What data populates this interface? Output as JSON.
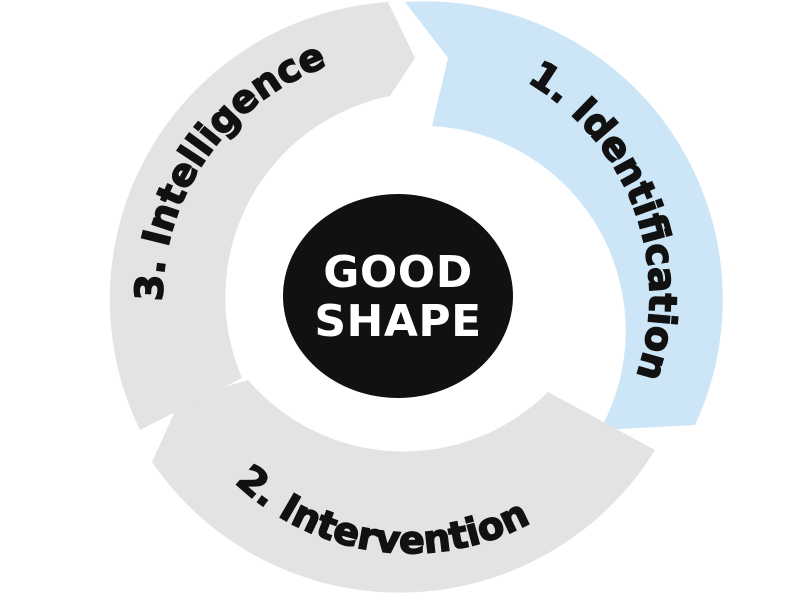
{
  "center": {
    "line1": "GOOD",
    "line2": "SHAPE",
    "background_color": "#111111",
    "text_color": "#ffffff"
  },
  "segments": [
    {
      "label": "1. Identification",
      "color": "#cde6f7"
    },
    {
      "label": "2. Intervention",
      "color": "#e3e3e3"
    },
    {
      "label": "3. Intelligence",
      "color": "#e3e3e3"
    }
  ]
}
